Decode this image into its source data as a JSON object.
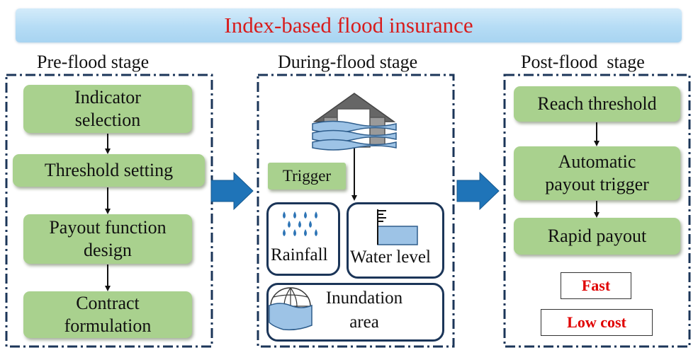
{
  "title": "Index-based flood insurance",
  "stages": {
    "pre": {
      "title": "Pre-flood stage",
      "steps": [
        "Indicator\nselection",
        "Threshold setting",
        "Payout function\ndesign",
        "Contract\nformulation"
      ]
    },
    "during": {
      "title": "During-flood stage",
      "trigger_label": "Trigger",
      "rainfall_label": "Rainfall",
      "water_level_label": "Water level",
      "inundation_label": "Inundation\narea"
    },
    "post": {
      "title": "Post-flood  stage",
      "steps": [
        "Reach threshold",
        "Automatic\npayout trigger",
        "Rapid payout"
      ],
      "benefits": [
        "Fast",
        "Low cost"
      ]
    }
  },
  "colors": {
    "title_text": "#d81c1c",
    "title_bar": "#b5dcf5",
    "step_fill": "#a9d18e",
    "frame_border": "#1b3558",
    "arrow_fill": "#1f74b8",
    "water": "#9dc3e6",
    "benefit_text": "#e00000"
  },
  "icons": [
    "house-flood-icon",
    "rain-drops-icon",
    "water-gauge-icon",
    "globe-flood-icon"
  ]
}
